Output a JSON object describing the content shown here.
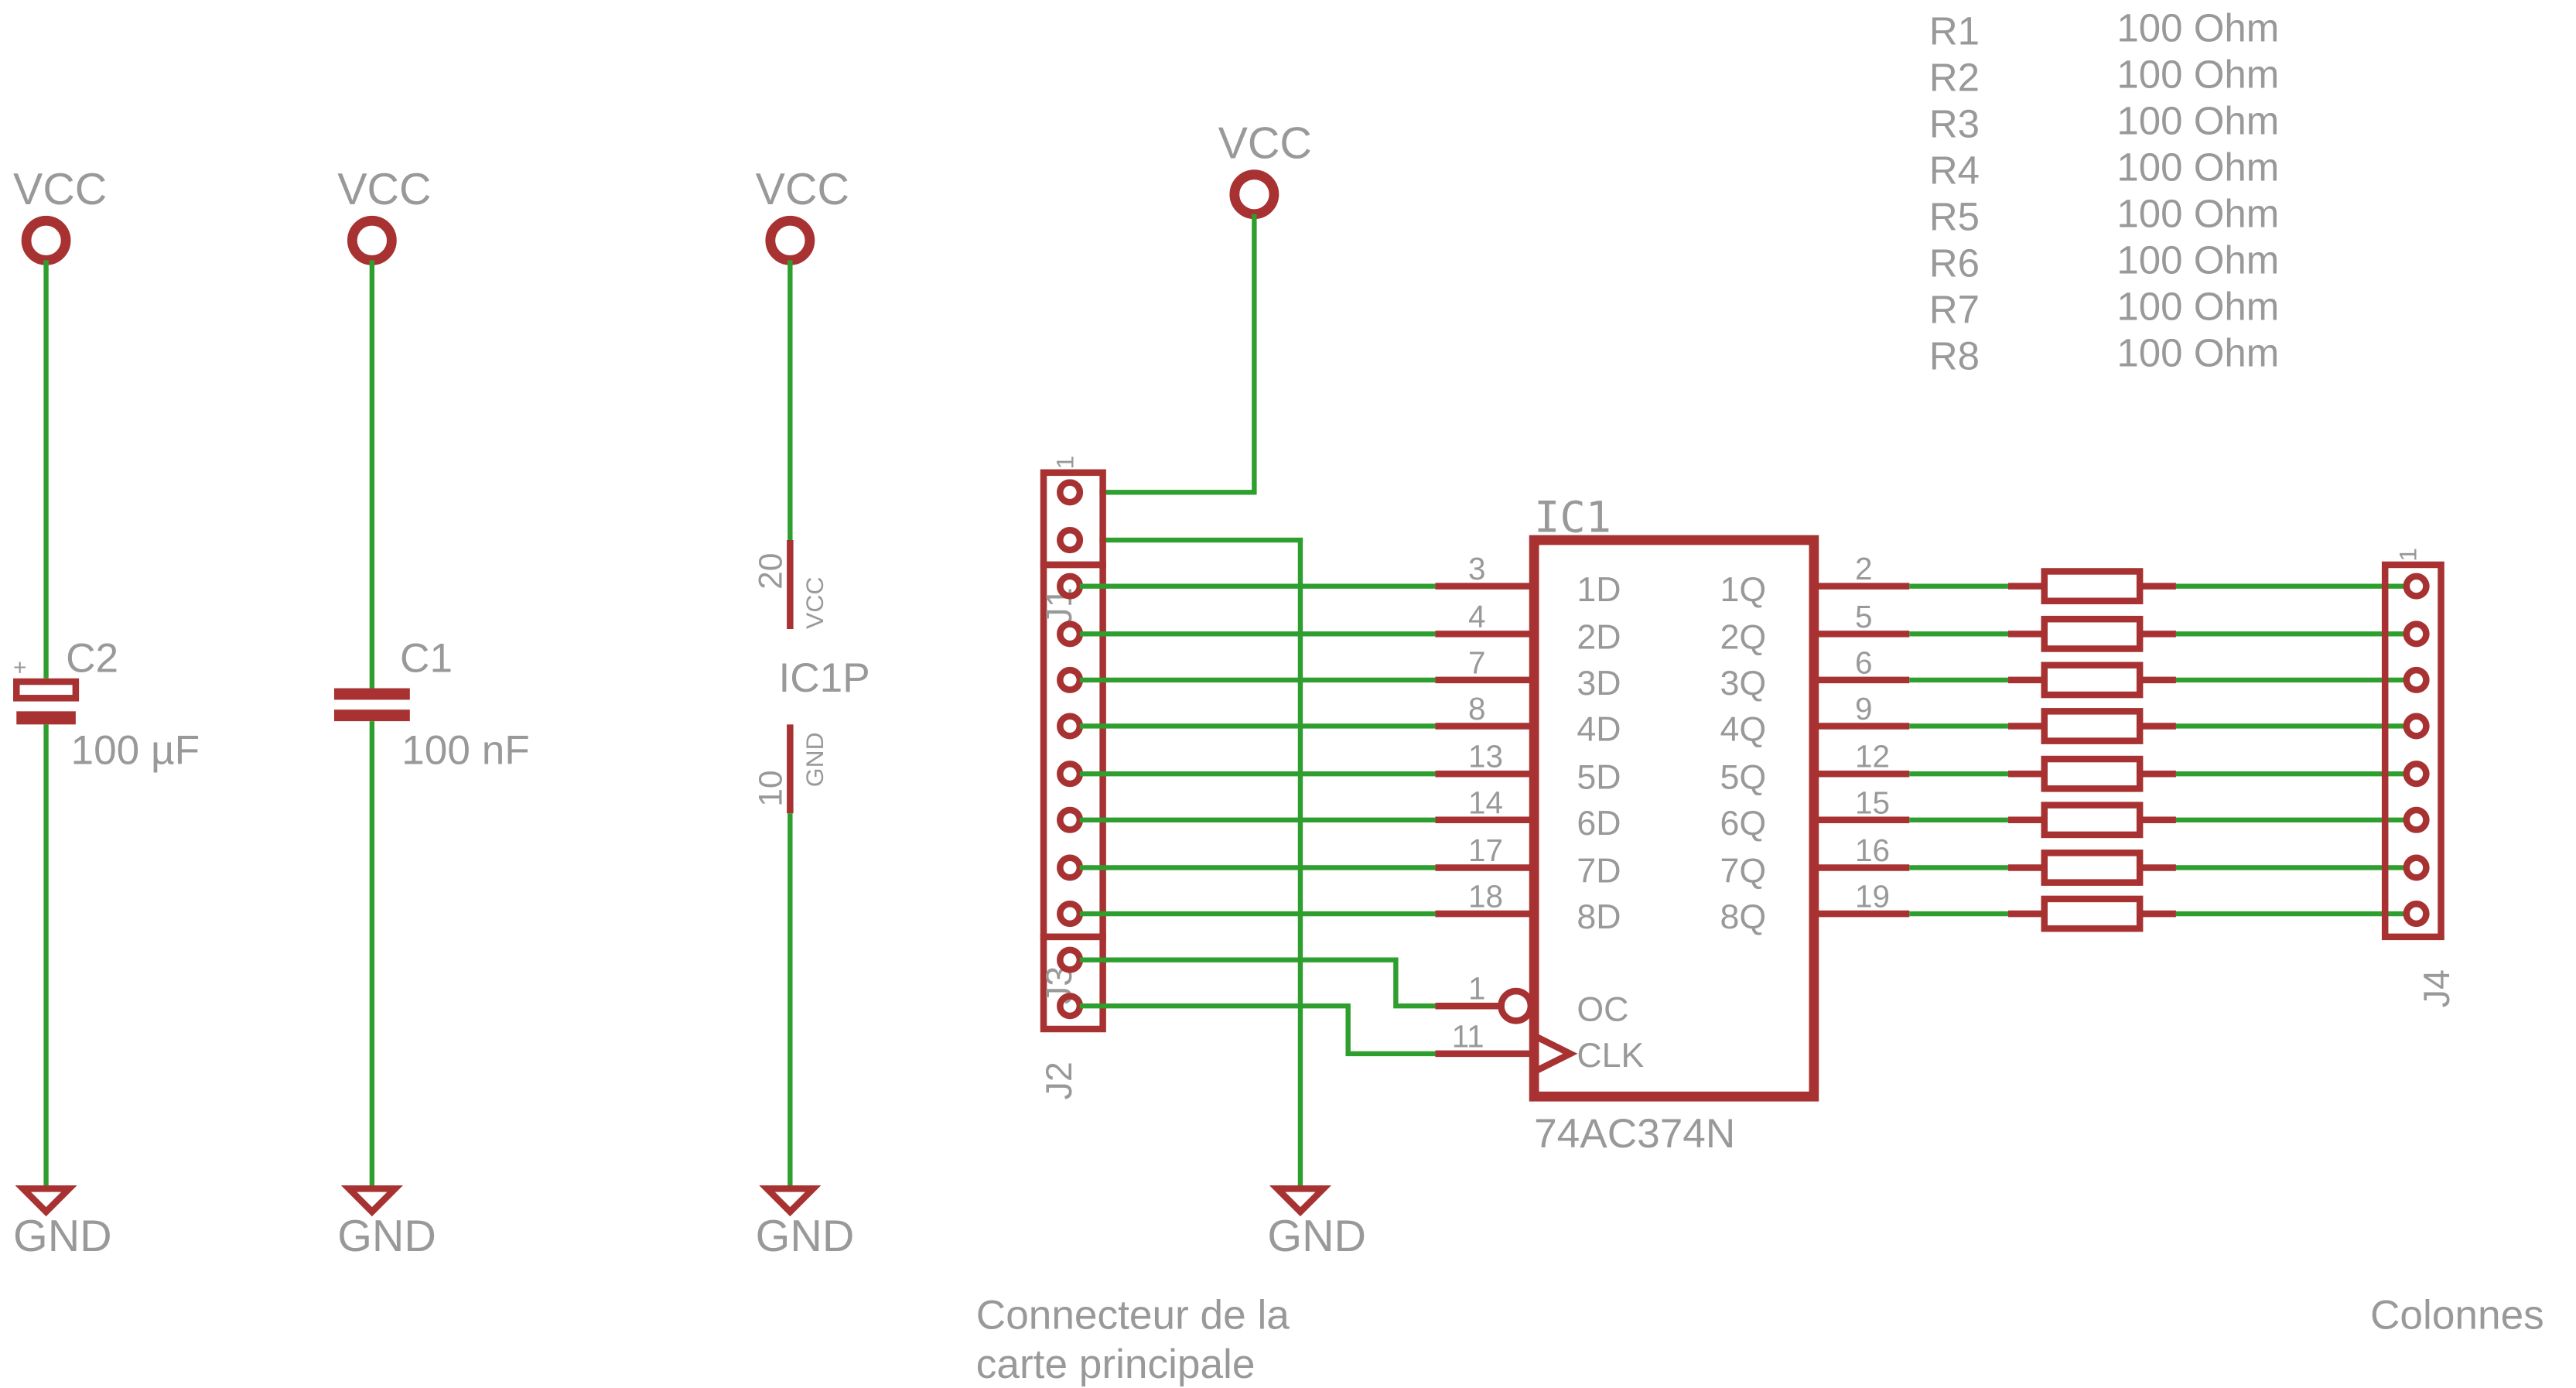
{
  "power": {
    "vcc": "VCC",
    "gnd": "GND"
  },
  "capacitors": [
    {
      "name": "C2",
      "value": "100 µF",
      "polarity": "+"
    },
    {
      "name": "C1",
      "value": "100 nF"
    }
  ],
  "ic_power": {
    "name": "IC1P",
    "vcc_pin": "20",
    "vcc_label": "VCC",
    "gnd_pin": "10",
    "gnd_label": "GND"
  },
  "ic": {
    "name": "IC1",
    "part": "74AC374N",
    "inputs": [
      {
        "pin": "3",
        "label": "1D"
      },
      {
        "pin": "4",
        "label": "2D"
      },
      {
        "pin": "7",
        "label": "3D"
      },
      {
        "pin": "8",
        "label": "4D"
      },
      {
        "pin": "13",
        "label": "5D"
      },
      {
        "pin": "14",
        "label": "6D"
      },
      {
        "pin": "17",
        "label": "7D"
      },
      {
        "pin": "18",
        "label": "8D"
      }
    ],
    "outputs": [
      {
        "pin": "2",
        "label": "1Q"
      },
      {
        "pin": "5",
        "label": "2Q"
      },
      {
        "pin": "6",
        "label": "3Q"
      },
      {
        "pin": "9",
        "label": "4Q"
      },
      {
        "pin": "12",
        "label": "5Q"
      },
      {
        "pin": "15",
        "label": "6Q"
      },
      {
        "pin": "16",
        "label": "7Q"
      },
      {
        "pin": "19",
        "label": "8Q"
      }
    ],
    "oc": {
      "pin": "1",
      "label": "OC"
    },
    "clk": {
      "pin": "11",
      "label": "CLK"
    }
  },
  "resistors": [
    {
      "name": "R1",
      "value": "100 Ohm"
    },
    {
      "name": "R2",
      "value": "100 Ohm"
    },
    {
      "name": "R3",
      "value": "100 Ohm"
    },
    {
      "name": "R4",
      "value": "100 Ohm"
    },
    {
      "name": "R5",
      "value": "100 Ohm"
    },
    {
      "name": "R6",
      "value": "100 Ohm"
    },
    {
      "name": "R7",
      "value": "100 Ohm"
    },
    {
      "name": "R8",
      "value": "100 Ohm"
    }
  ],
  "connectors": {
    "j1": "J1",
    "j2": "J2",
    "j3": "J3",
    "j4": "J4",
    "pin1": "1",
    "main_board_label_line1": "Connecteur de la",
    "main_board_label_line2": "carte principale",
    "columns_label": "Colonnes"
  }
}
